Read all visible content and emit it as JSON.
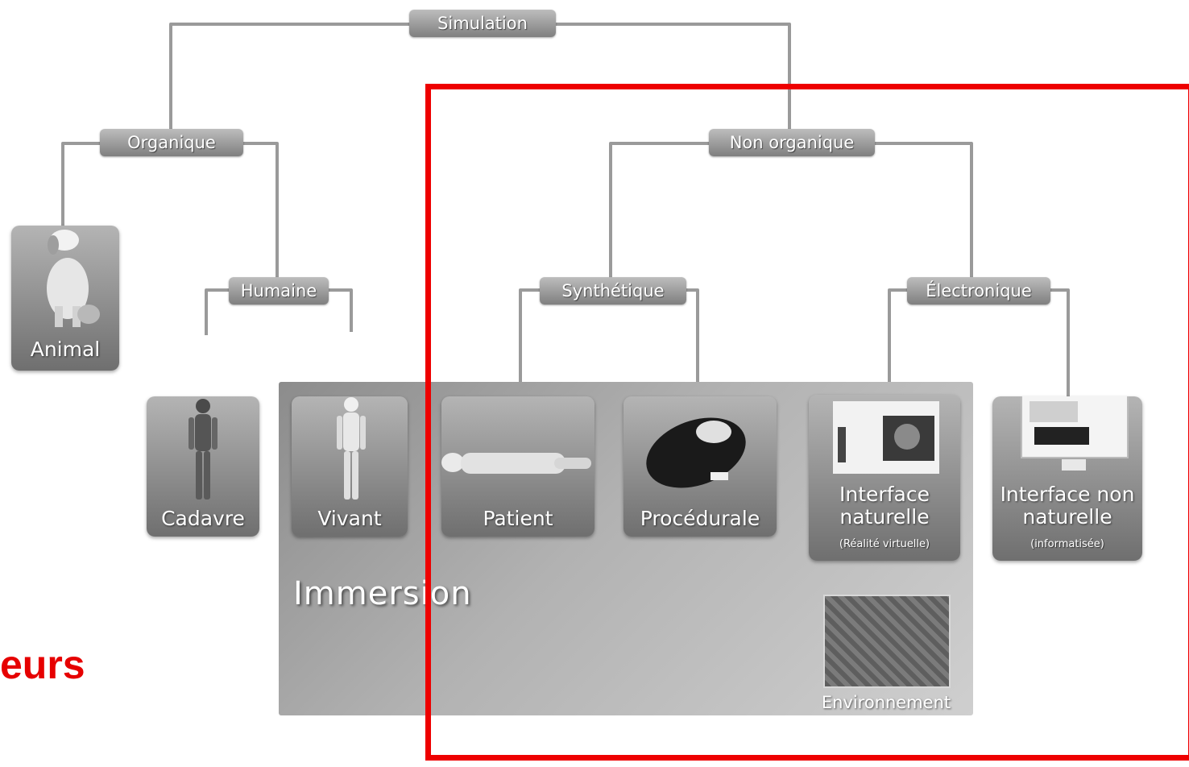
{
  "tree": {
    "root": "Simulation",
    "organique": "Organique",
    "non_organique": "Non organique",
    "humaine": "Humaine",
    "synthetique": "Synthétique",
    "electronique": "Électronique"
  },
  "cards": {
    "animal": "Animal",
    "cadavre": "Cadavre",
    "vivant": "Vivant",
    "patient": "Patient",
    "procedurale": "Procédurale",
    "interface_naturelle": "Interface naturelle",
    "interface_naturelle_sub": "(Réalité virtuelle)",
    "interface_non_naturelle": "Interface non naturelle",
    "interface_non_naturelle_sub": "(informatisée)",
    "environnement": "Environnement"
  },
  "immersion_label": "Immersion",
  "side_text": "eurs",
  "colors": {
    "highlight": "#ee0000",
    "side_text": "#e60000",
    "connector": "#9a9a9a"
  }
}
